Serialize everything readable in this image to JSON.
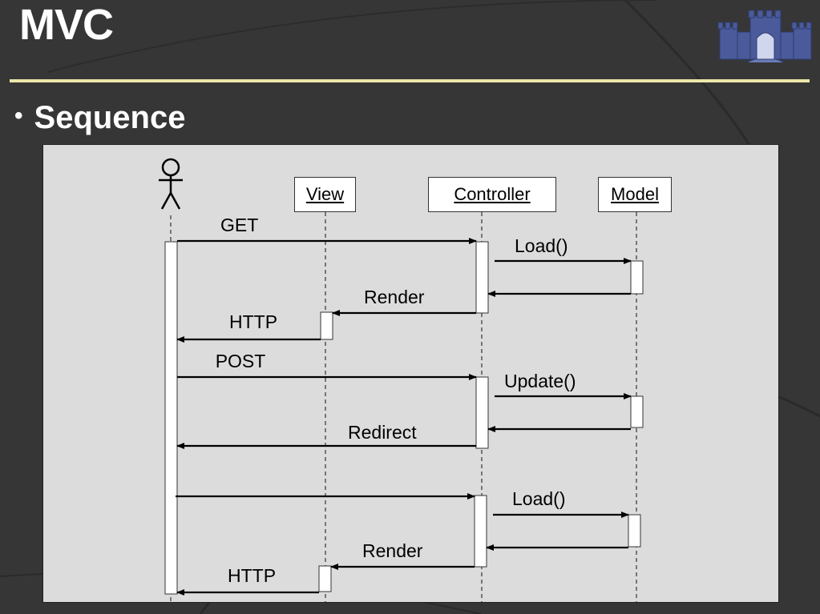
{
  "slide": {
    "title": "MVC",
    "bullet": "Sequence"
  },
  "diagram": {
    "participants": {
      "view": "View",
      "controller": "Controller",
      "model": "Model"
    },
    "messages": {
      "get": "GET",
      "load_1": "Load()",
      "render_1": "Render",
      "http_1": "HTTP",
      "post": "POST",
      "update": "Update()",
      "redirect": "Redirect",
      "load_2": "Load()",
      "render_2": "Render",
      "http_2": "HTTP"
    }
  },
  "colors": {
    "background": "#363636",
    "title_rule": "#ece7a6",
    "panel": "#dcdcdc",
    "logo": "#4a5a9a"
  },
  "icons": [
    "actor-stick-figure-icon",
    "castle-logo-icon"
  ]
}
